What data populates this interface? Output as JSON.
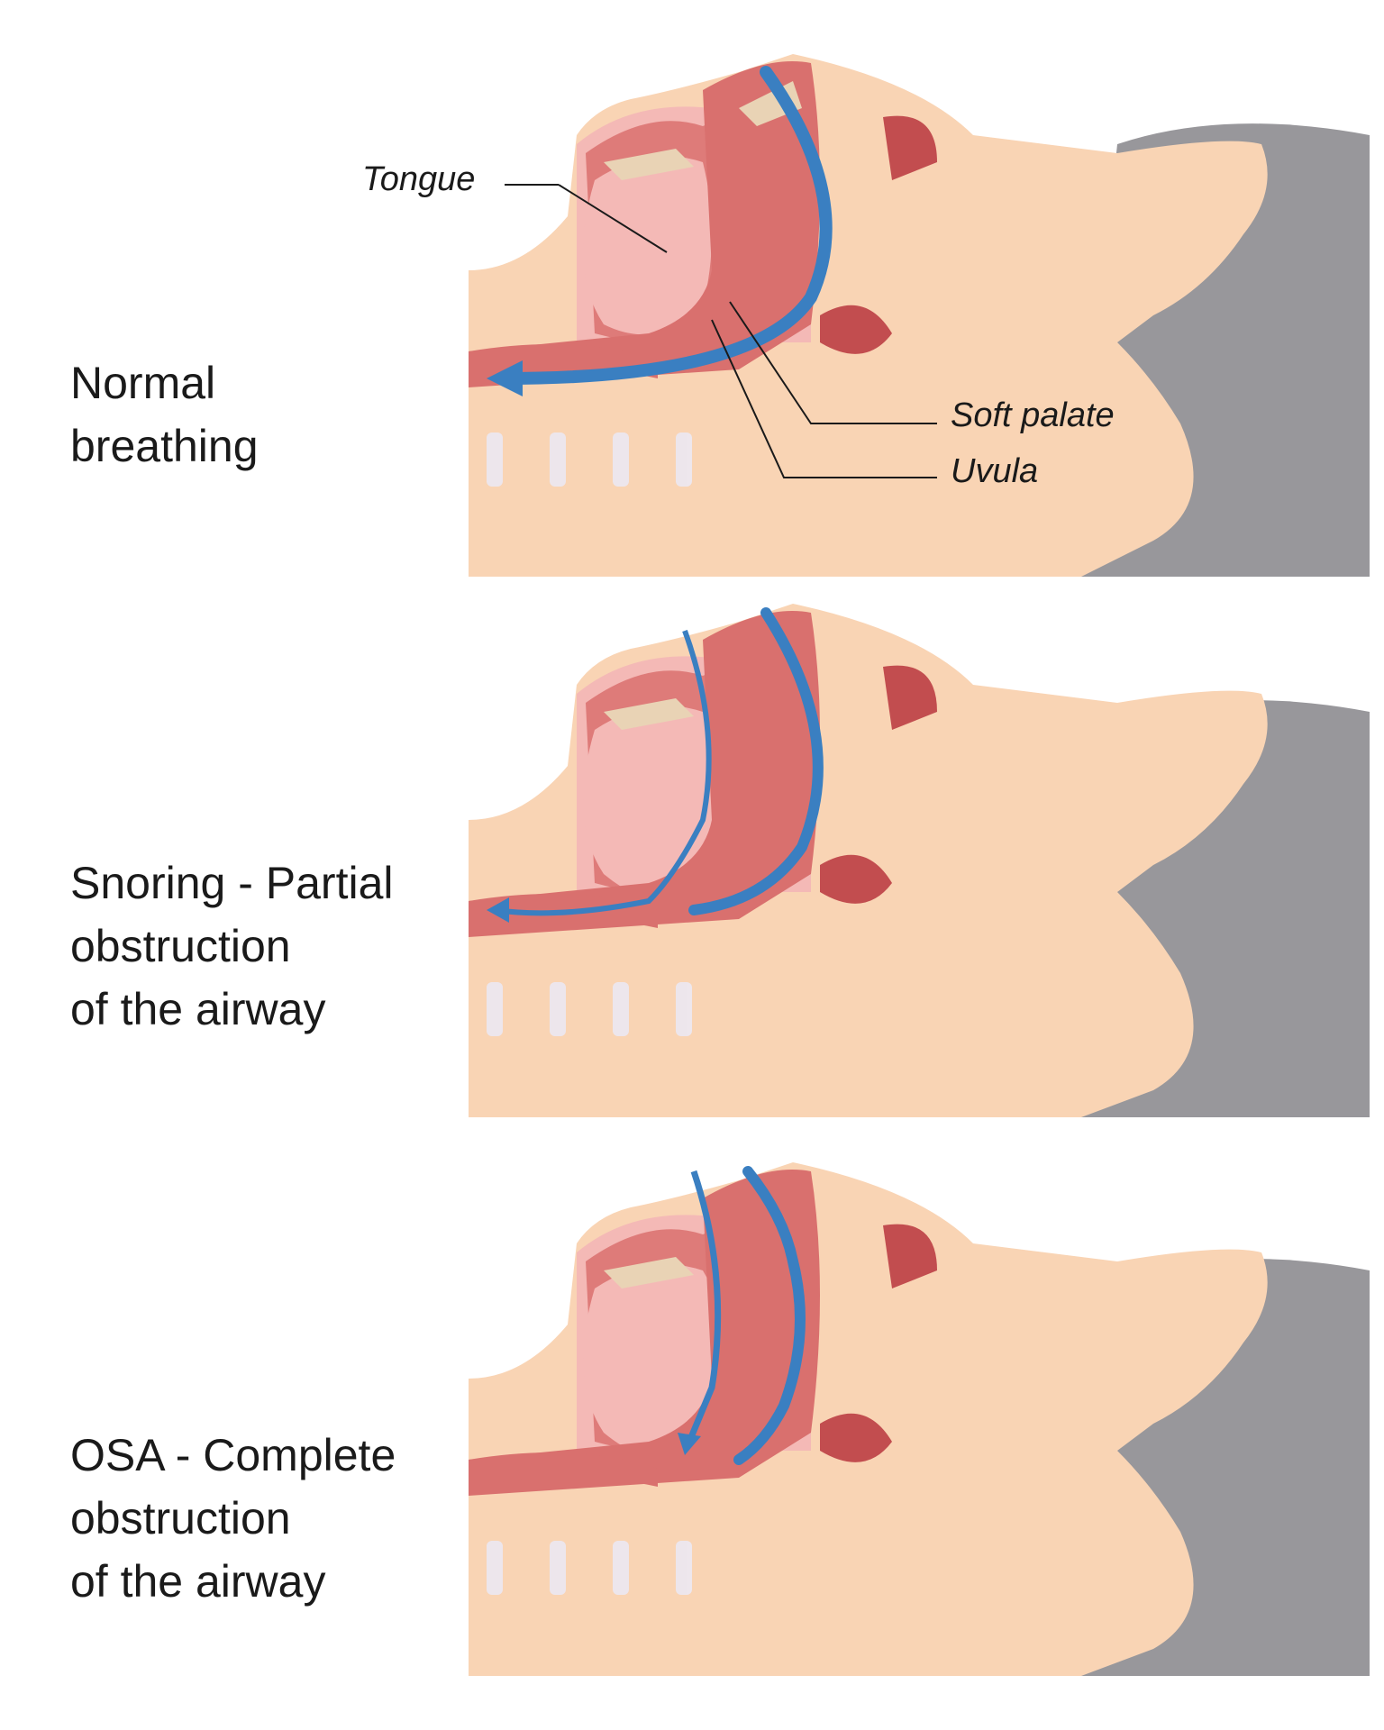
{
  "panels": [
    {
      "label": "Normal\nbreathing",
      "state": "normal"
    },
    {
      "label": "Snoring - Partial\nobstruction\nof the airway",
      "state": "partial"
    },
    {
      "label": "OSA - Complete\nobstruction\nof the airway",
      "state": "complete"
    }
  ],
  "annotations": {
    "tongue": "Tongue",
    "soft_palate": "Soft palate",
    "uvula": "Uvula"
  },
  "colors": {
    "skin": "#f9d4b4",
    "skin_dark": "#f0c39c",
    "tissue": "#d9706e",
    "tissue_light": "#f4b9b6",
    "bone": "#e9d3b5",
    "airflow": "#3a7fc1",
    "pillow": "#98979b",
    "cartilage": "#ece9f3"
  }
}
